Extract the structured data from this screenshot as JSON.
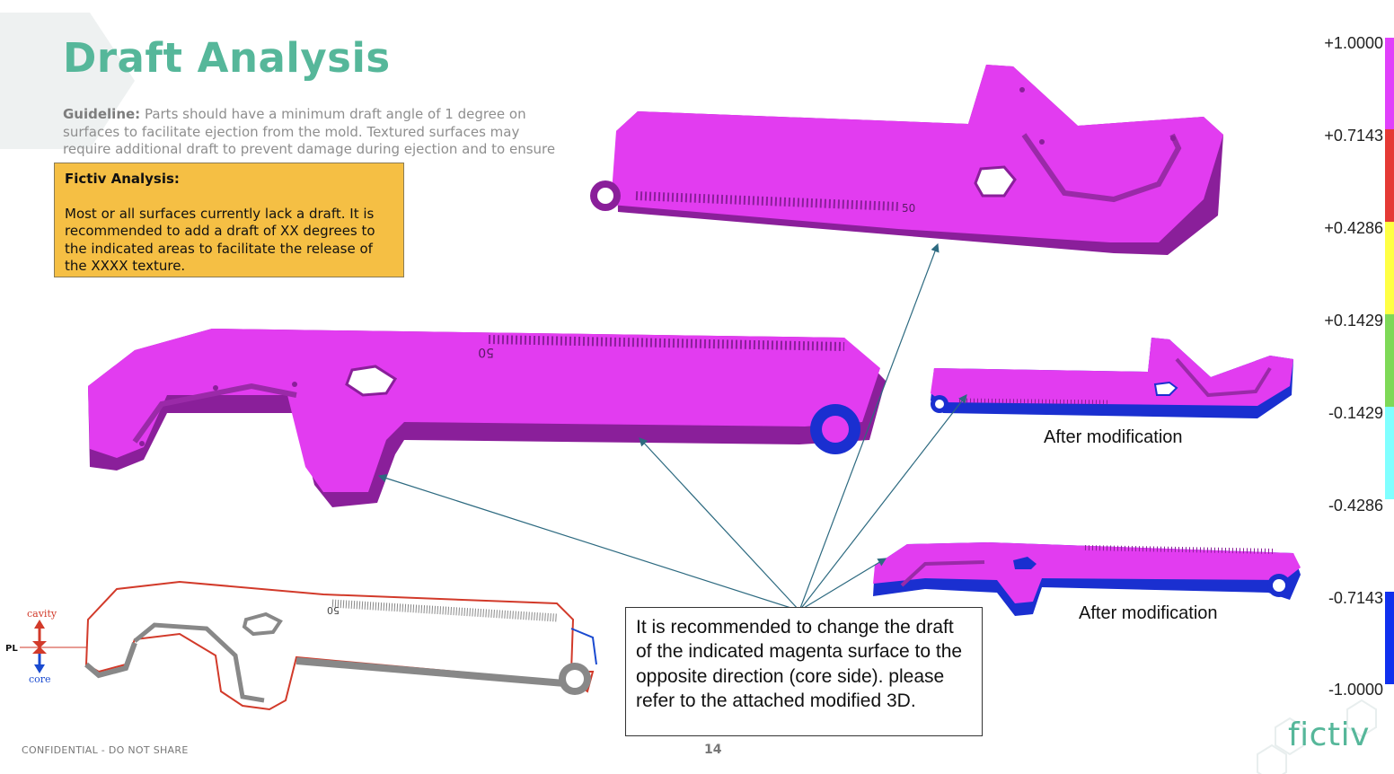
{
  "slide": {
    "title": "Draft Analysis",
    "guideline_label": "Guideline:",
    "guideline_text": " Parts should have a minimum draft angle of 1 degree on surfaces to facilitate ejection from the mold. Textured surfaces may require additional draft to prevent damage during ejection and to ensure the texture is sufficiently maintained.",
    "analysis_heading": "Fictiv Analysis:",
    "analysis_body": "Most or all surfaces currently lack a draft. It is recommended to add a draft of XX degrees to the indicated areas to facilitate the release of the XXXX texture.",
    "recommendation": "It is recommended to change the draft of the indicated magenta surface to the opposite direction (core side). please refer to the attached modified 3D.",
    "after_label_1": "After modification",
    "after_label_2": "After modification",
    "footer": "CONFIDENTIAL - DO NOT SHARE",
    "page_number": "14",
    "logo": "fictiv"
  },
  "diagram": {
    "part_marking": "50",
    "cavity_label": "cavity",
    "pl_label": "PL",
    "core_label": "core"
  },
  "draft_scale": {
    "labels": [
      "+1.0000",
      "+0.7143",
      "+0.4286",
      "+0.1429",
      "-0.1429",
      "-0.4286",
      "-0.7143",
      "-1.0000"
    ],
    "colors": [
      "#e040fb",
      "#e53935",
      "#ffff44",
      "#7ed957",
      "#80ffff",
      "#ffffff",
      "#1030ee"
    ]
  },
  "colors": {
    "accent": "#56b79a",
    "analysis_box": "#f5bf44",
    "magenta_surface": "#e23cf0",
    "core_surface": "#1a2fd0"
  }
}
